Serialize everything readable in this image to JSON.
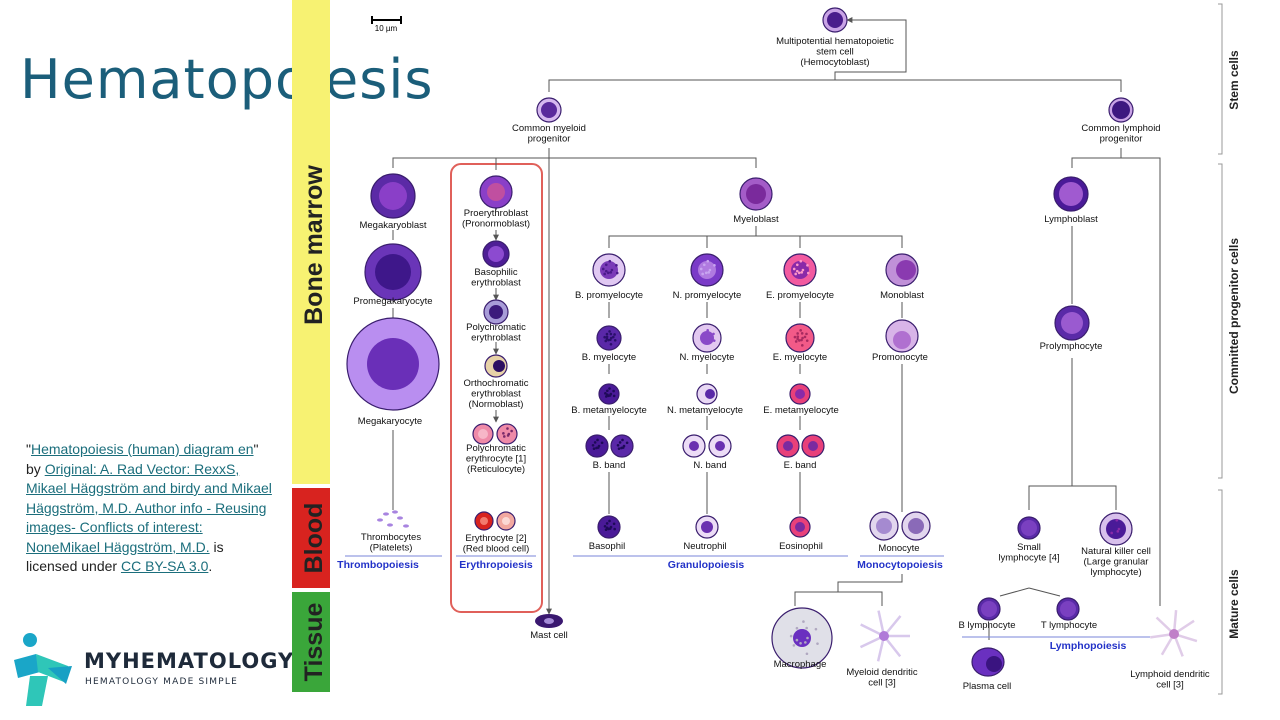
{
  "title": "Hematopoiesis",
  "credit": {
    "open_quote": "\"",
    "work_title": "Hematopoiesis (human) diagram en",
    "close_quote_by": "\" by ",
    "author": "Original: A. Rad Vector: RexxS, Mikael Häggström and birdy and Mikael Häggström, M.D. Author info - Reusing images- Conflicts of interest: NoneMikael Häggström, M.D.",
    "is_licensed": " is licensed under ",
    "license": "CC BY-SA 3.0",
    "period": "."
  },
  "logo": {
    "name": "MYHEMATOLOGY",
    "tagline": "HEMATOLOGY MADE SIMPLE"
  },
  "bars": {
    "bone_marrow": "Bone marrow",
    "blood": "Blood",
    "tissue": "Tissue"
  },
  "scale": "10 µm",
  "right_labels": {
    "stem": "Stem cells",
    "committed": "Committed progenitor cells",
    "mature": "Mature cells"
  },
  "cells": {
    "stem": [
      "Multipotential hematopoietic",
      "stem cell",
      "(Hemocytoblast)"
    ],
    "myeloid": [
      "Common myeloid",
      "progenitor"
    ],
    "lymphoid": [
      "Common lymphoid",
      "progenitor"
    ],
    "megakaryoblast": "Megakaryoblast",
    "promegakaryocyte": "Promegakaryocyte",
    "megakaryocyte": "Megakaryocyte",
    "thrombocytes": [
      "Thrombocytes",
      "(Platelets)"
    ],
    "proerythroblast": [
      "Proerythroblast",
      "(Pronormoblast)"
    ],
    "basophilic": [
      "Basophilic",
      "erythroblast"
    ],
    "polychromatic": [
      "Polychromatic",
      "erythroblast"
    ],
    "orthochromatic": [
      "Orthochromatic",
      "erythroblast",
      "(Normoblast)"
    ],
    "reticulocyte": [
      "Polychromatic",
      "erythrocyte [1]",
      "(Reticulocyte)"
    ],
    "erythrocyte": [
      "Erythrocyte [2]",
      "(Red blood cell)"
    ],
    "mast": "Mast cell",
    "myeloblast": "Myeloblast",
    "b_promyelocyte": "B. promyelocyte",
    "n_promyelocyte": "N. promyelocyte",
    "e_promyelocyte": "E. promyelocyte",
    "monoblast": "Monoblast",
    "b_myelocyte": "B. myelocyte",
    "n_myelocyte": "N. myelocyte",
    "e_myelocyte": "E. myelocyte",
    "promonocyte": "Promonocyte",
    "b_metamyelocyte": "B. metamyelocyte",
    "n_metamyelocyte": "N. metamyelocyte",
    "e_metamyelocyte": "E. metamyelocyte",
    "b_band": "B. band",
    "n_band": "N. band",
    "e_band": "E. band",
    "basophil": "Basophil",
    "neutrophil": "Neutrophil",
    "eosinophil": "Eosinophil",
    "monocyte": "Monocyte",
    "macrophage": "Macrophage",
    "myeloid_dc": [
      "Myeloid dendritic",
      "cell [3]"
    ],
    "lymphoblast": "Lymphoblast",
    "prolymphocyte": "Prolymphocyte",
    "small_lymphocyte": [
      "Small",
      "lymphocyte [4]"
    ],
    "nk": [
      "Natural killer cell",
      "(Large granular",
      "lymphocyte)"
    ],
    "b_lymphocyte": "B lymphocyte",
    "t_lymphocyte": "T lymphocyte",
    "plasma": "Plasma cell",
    "lymphoid_dc": [
      "Lymphoid dendritic",
      "cell [3]"
    ]
  },
  "groups": {
    "thrombopoiesis": "Thrombopoiesis",
    "erythropoiesis": "Erythropoiesis",
    "granulopoiesis": "Granulopoiesis",
    "monocytopoiesis": "Monocytopoiesis",
    "lymphopoiesis": "Lymphopoiesis"
  },
  "colors": {
    "title": "#1b5e7a",
    "bar_yellow": "#f7f272",
    "bar_red": "#d8231f",
    "bar_green": "#3aa63a",
    "group_label": "#2232c8",
    "highlight_box": "#e0605a"
  }
}
